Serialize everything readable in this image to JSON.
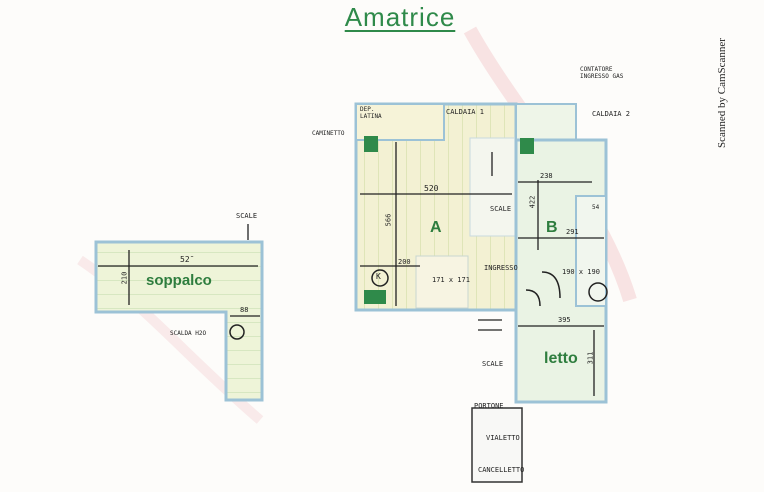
{
  "title": "Amatrice",
  "watermark": "Scanned by CamScanner",
  "rooms": {
    "soppalco": "soppalco",
    "a": "A",
    "b": "B",
    "letto": "letto"
  },
  "labels": {
    "scale_top": "SCALE",
    "dep_latina": "DEP. LATINA",
    "caldaia1": "CALDAIA 1",
    "caldaia2": "CALDAIA 2",
    "contatore": "CONTATORE INGRESSO GAS",
    "camino": "CAMINETTO",
    "scaldabagno": "SCALDA H2O",
    "scale_mid": "SCALE",
    "ingresso": "INGRESSO",
    "scale_bottom": "SCALE",
    "portone": "PORTONE",
    "vialetto": "VIALETTO",
    "cancello": "CANCELLETTO",
    "k_mark": "K",
    "bed": "171 x 171",
    "bed2": "190 x 190"
  },
  "dimensions": {
    "soppalco_w": "52̄",
    "soppalco_h": "210",
    "small_w": "88",
    "a_w": "520",
    "a_h": "566",
    "kitchen_w": "200",
    "b_w1": "238",
    "b_h": "422",
    "b_w2": "291",
    "b_w3": "54",
    "letto_w": "395",
    "letto_h": "311"
  },
  "colors": {
    "accent": "#2f8a4a",
    "floor_green": "#cfe6c7",
    "floor_yellow": "#f1f0cf",
    "wall": "#8fb8cf"
  }
}
